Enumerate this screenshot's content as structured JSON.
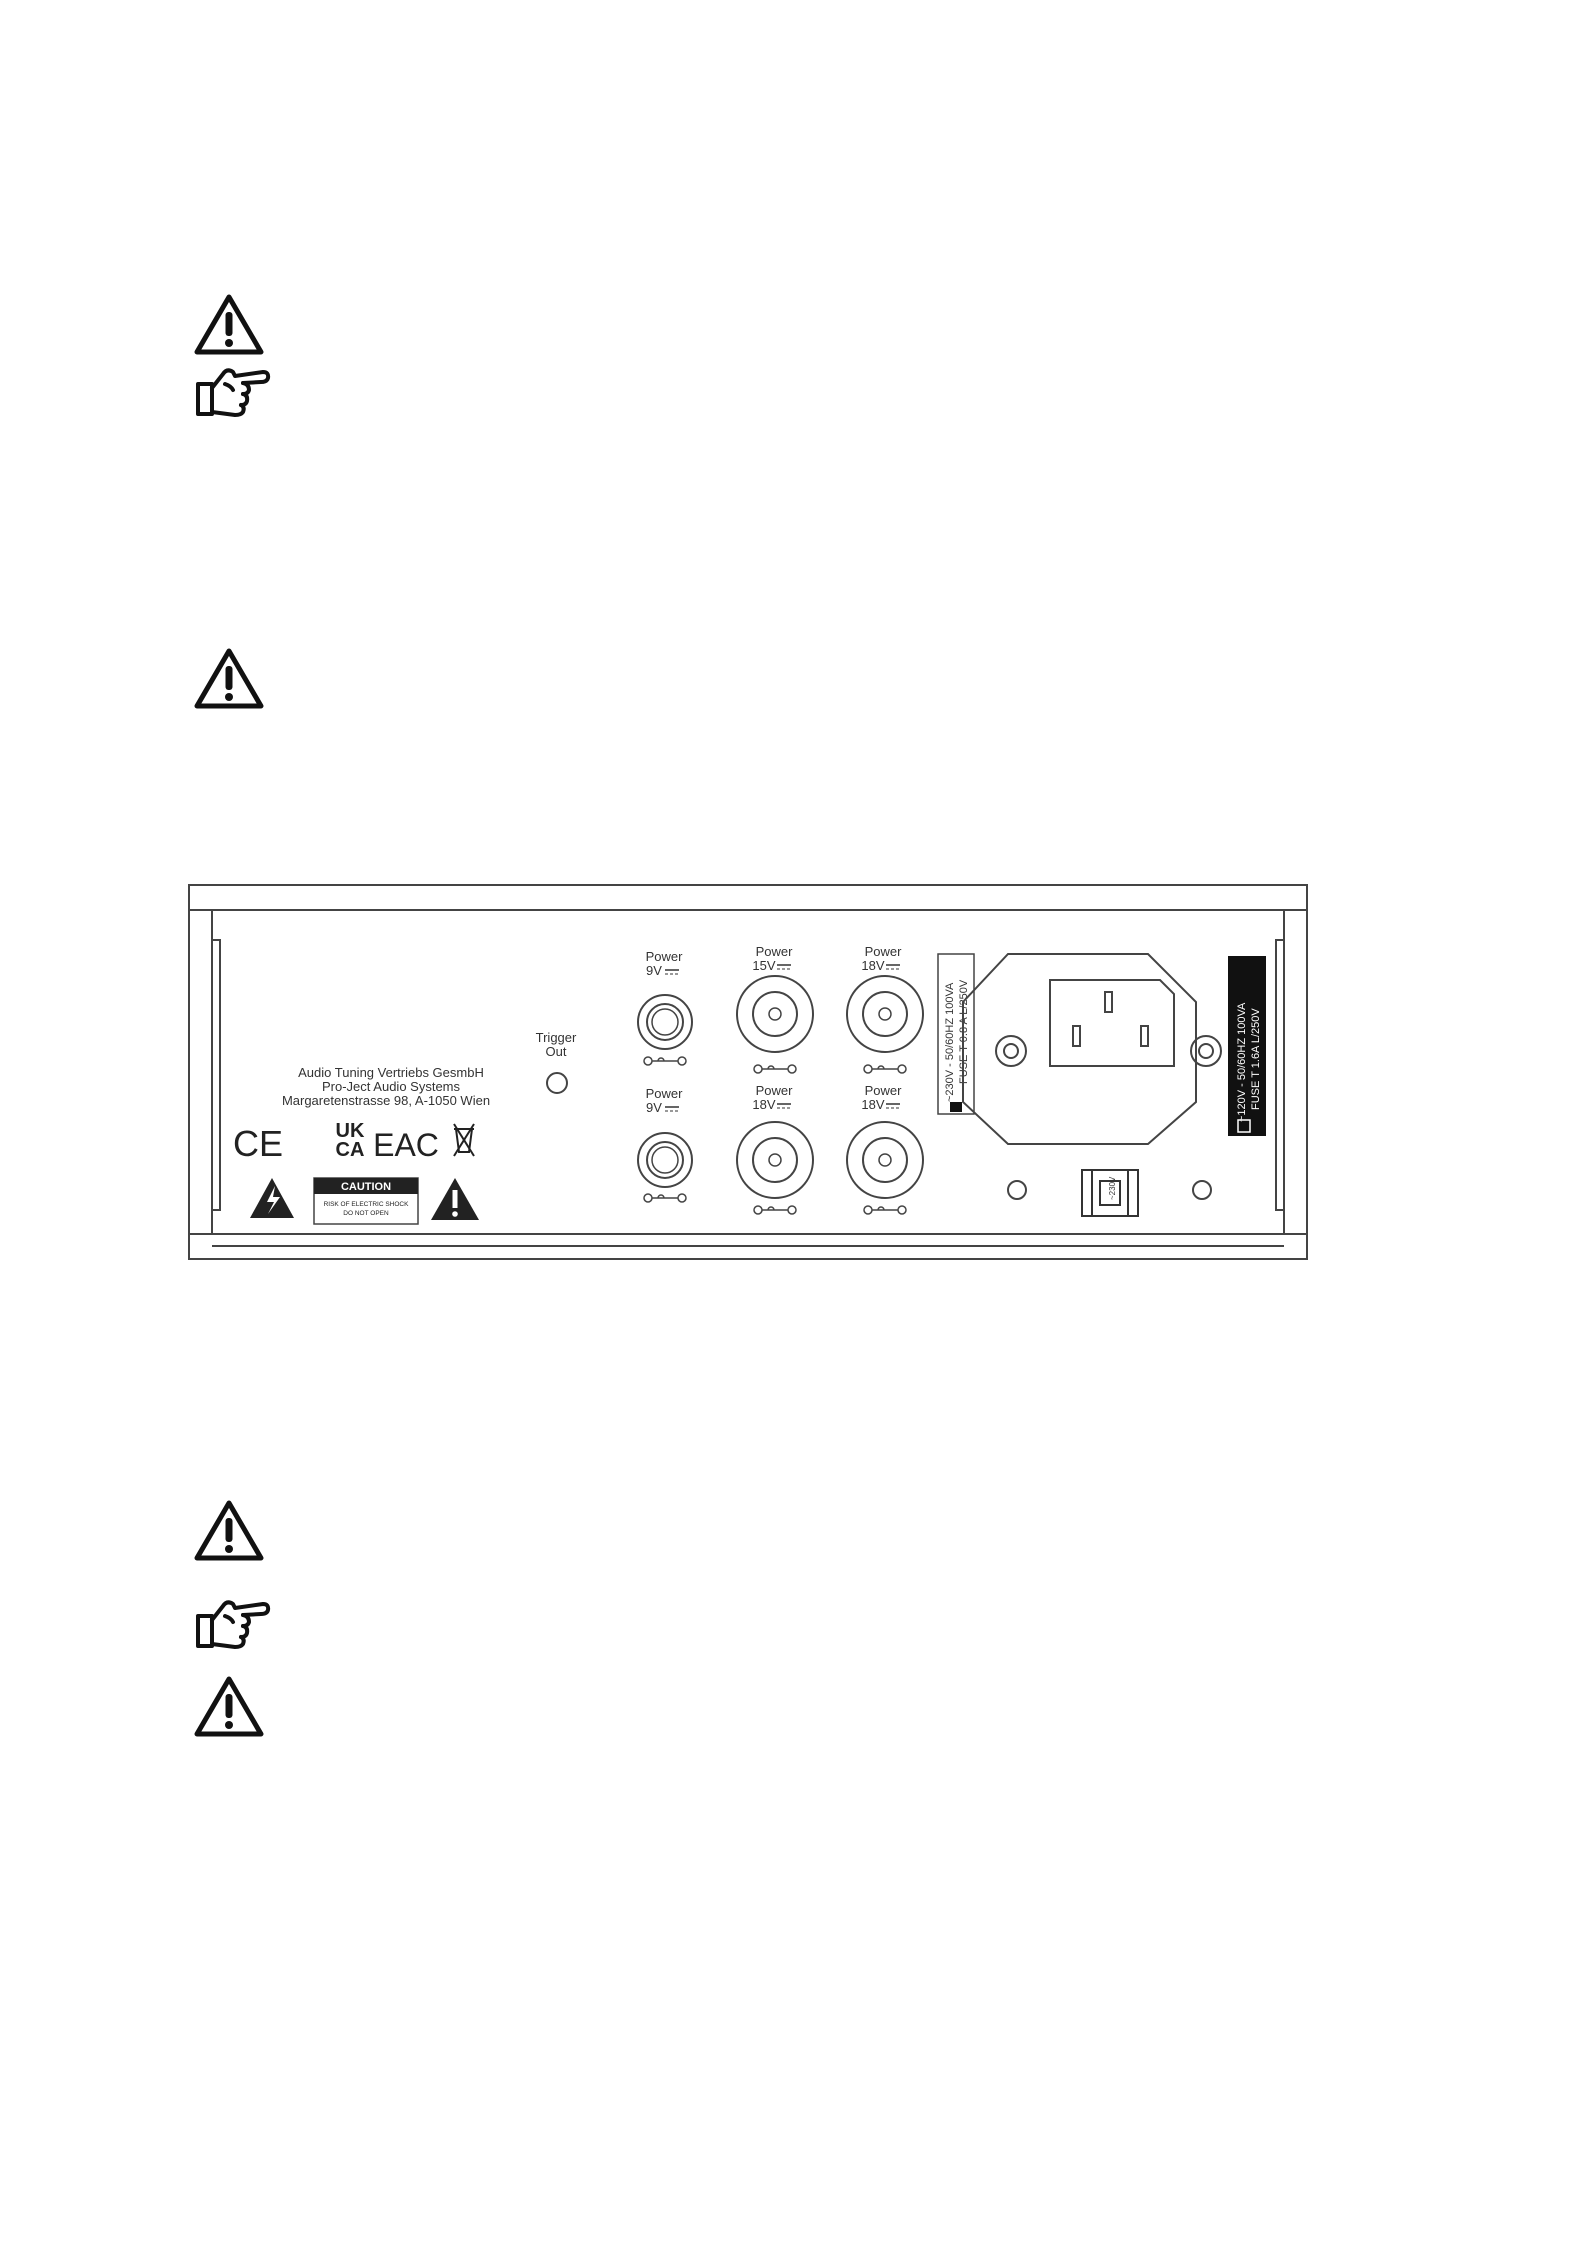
{
  "icons": {
    "warning": "warning-triangle-icon",
    "note": "pointing-hand-icon"
  },
  "panel": {
    "trigger_line1": "Trigger",
    "trigger_line2": "Out",
    "power_label": "Power",
    "v9": "9V",
    "v15": "15V",
    "v18": "18V",
    "company_line1": "Audio Tuning Vertriebs GesmbH",
    "company_line2": "Pro-Ject Audio Systems",
    "company_line3": "Margaretenstrasse 98, A-1050 Wien",
    "mark_ce": "CE",
    "mark_uk": "UK",
    "mark_ca": "CA",
    "mark_eac": "EAC",
    "caution_title": "CAUTION",
    "caution_line1": "RISK OF ELECTRIC SHOCK",
    "caution_line2": "DO NOT OPEN",
    "volt230_line1": "~230V - 50/60HZ 100VA",
    "volt230_line2": "FUSE  T 0.8 A L/250V",
    "volt120_line1": "~120V - 50/60HZ 100VA",
    "volt120_line2": "FUSE  T 1.6A L/250V",
    "switch_label": "~230V",
    "line_color": "#333333"
  }
}
